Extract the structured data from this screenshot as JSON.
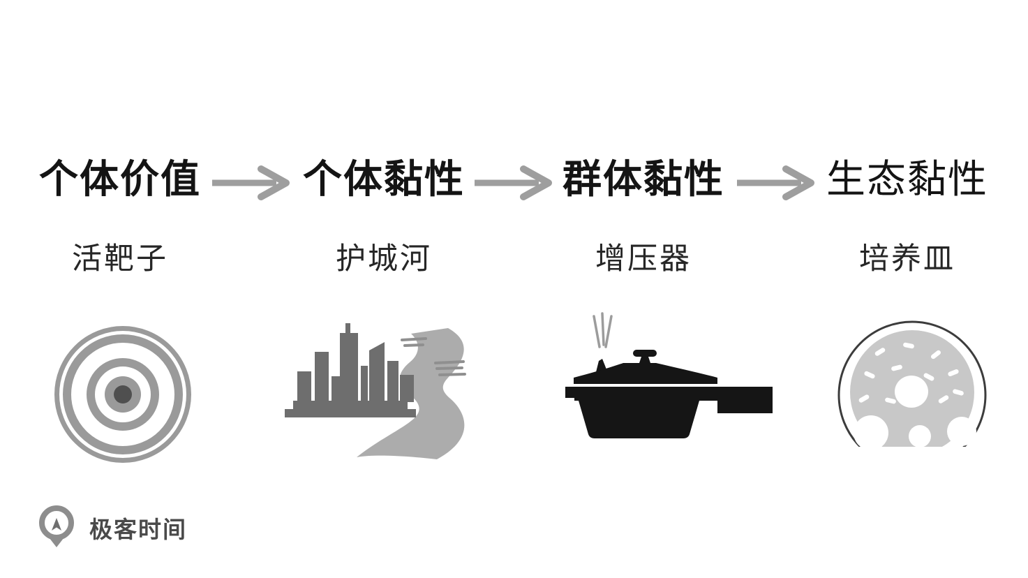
{
  "diagram": {
    "columns": [
      {
        "heading": "个体价值",
        "sublabel": "活靶子",
        "icon": "bullseye-target-icon"
      },
      {
        "heading": "个体黏性",
        "sublabel": "护城河",
        "icon": "city-moat-river-icon"
      },
      {
        "heading": "群体黏性",
        "sublabel": "增压器",
        "icon": "pressure-cooker-icon"
      },
      {
        "heading": "生态黏性",
        "sublabel": "培养皿",
        "icon": "petri-dish-donut-icon"
      }
    ],
    "arrow_count": 3
  },
  "footer": {
    "brand": "极客时间",
    "logo_icon": "geektime-logo-icon"
  },
  "colors": {
    "background": "#ffffff",
    "heading_text": "#141414",
    "sublabel_text": "#262626",
    "arrow_gray": "#9e9e9e",
    "target_ring_gray": "#9a9a9a",
    "target_center_dark": "#4f4f4f",
    "city_gray": "#6e6e6e",
    "river_gray": "#acacac",
    "cooker_black": "#151515",
    "steam_gray": "#9c9c9c",
    "donut_body_gray": "#c8c8c8",
    "donut_outline_dark": "#3c3c3c",
    "brand_text_gray": "#4a4a4a",
    "logo_mark_gray": "#8d8d8d"
  }
}
